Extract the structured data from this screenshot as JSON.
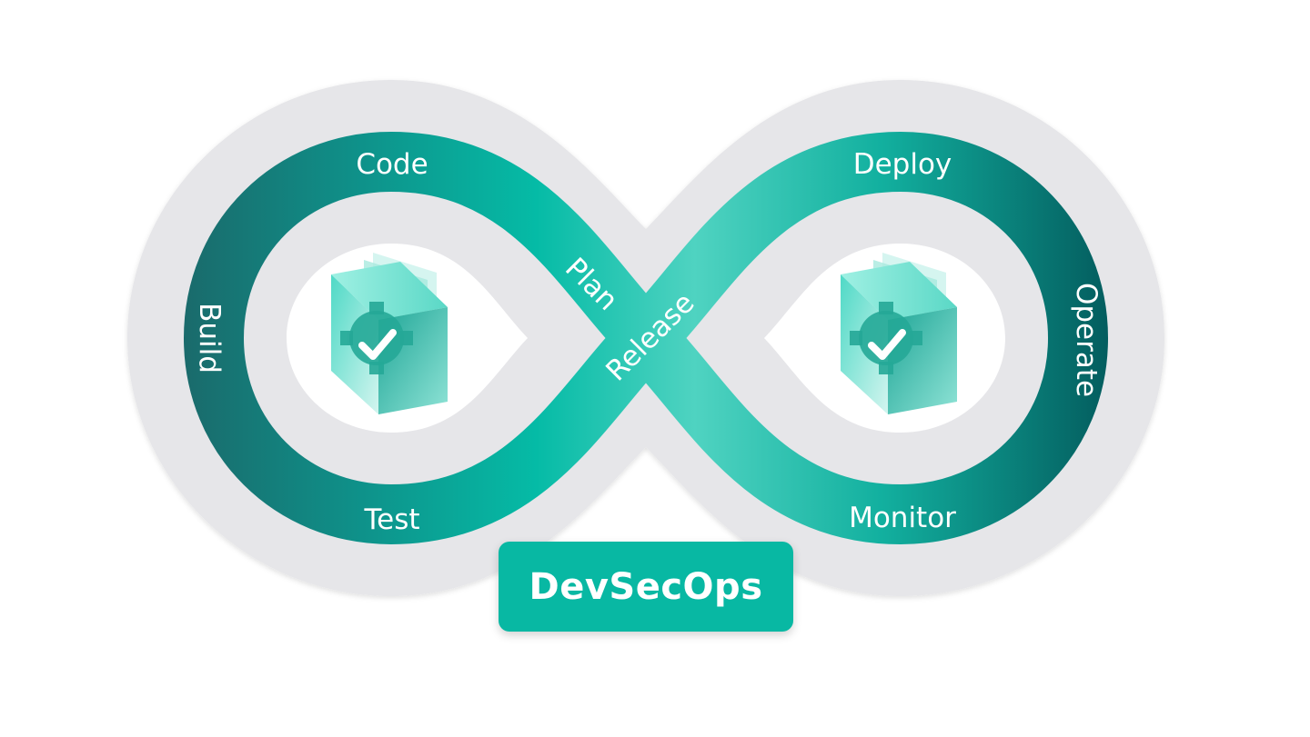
{
  "title_badge": "DevSecOps",
  "stages": {
    "code": "Code",
    "build": "Build",
    "test": "Test",
    "plan": "Plan",
    "release": "Release",
    "deploy": "Deploy",
    "operate": "Operate",
    "monitor": "Monitor"
  },
  "icons": {
    "left": "security-gear-check-icon",
    "right": "security-gear-check-icon"
  },
  "colors": {
    "outer_band": "#e6e6e9",
    "loop_dark": "#17706d",
    "loop_mid": "#08bda7",
    "loop_light": "#52d4c3",
    "badge": "#08b8a3",
    "text": "#ffffff"
  }
}
